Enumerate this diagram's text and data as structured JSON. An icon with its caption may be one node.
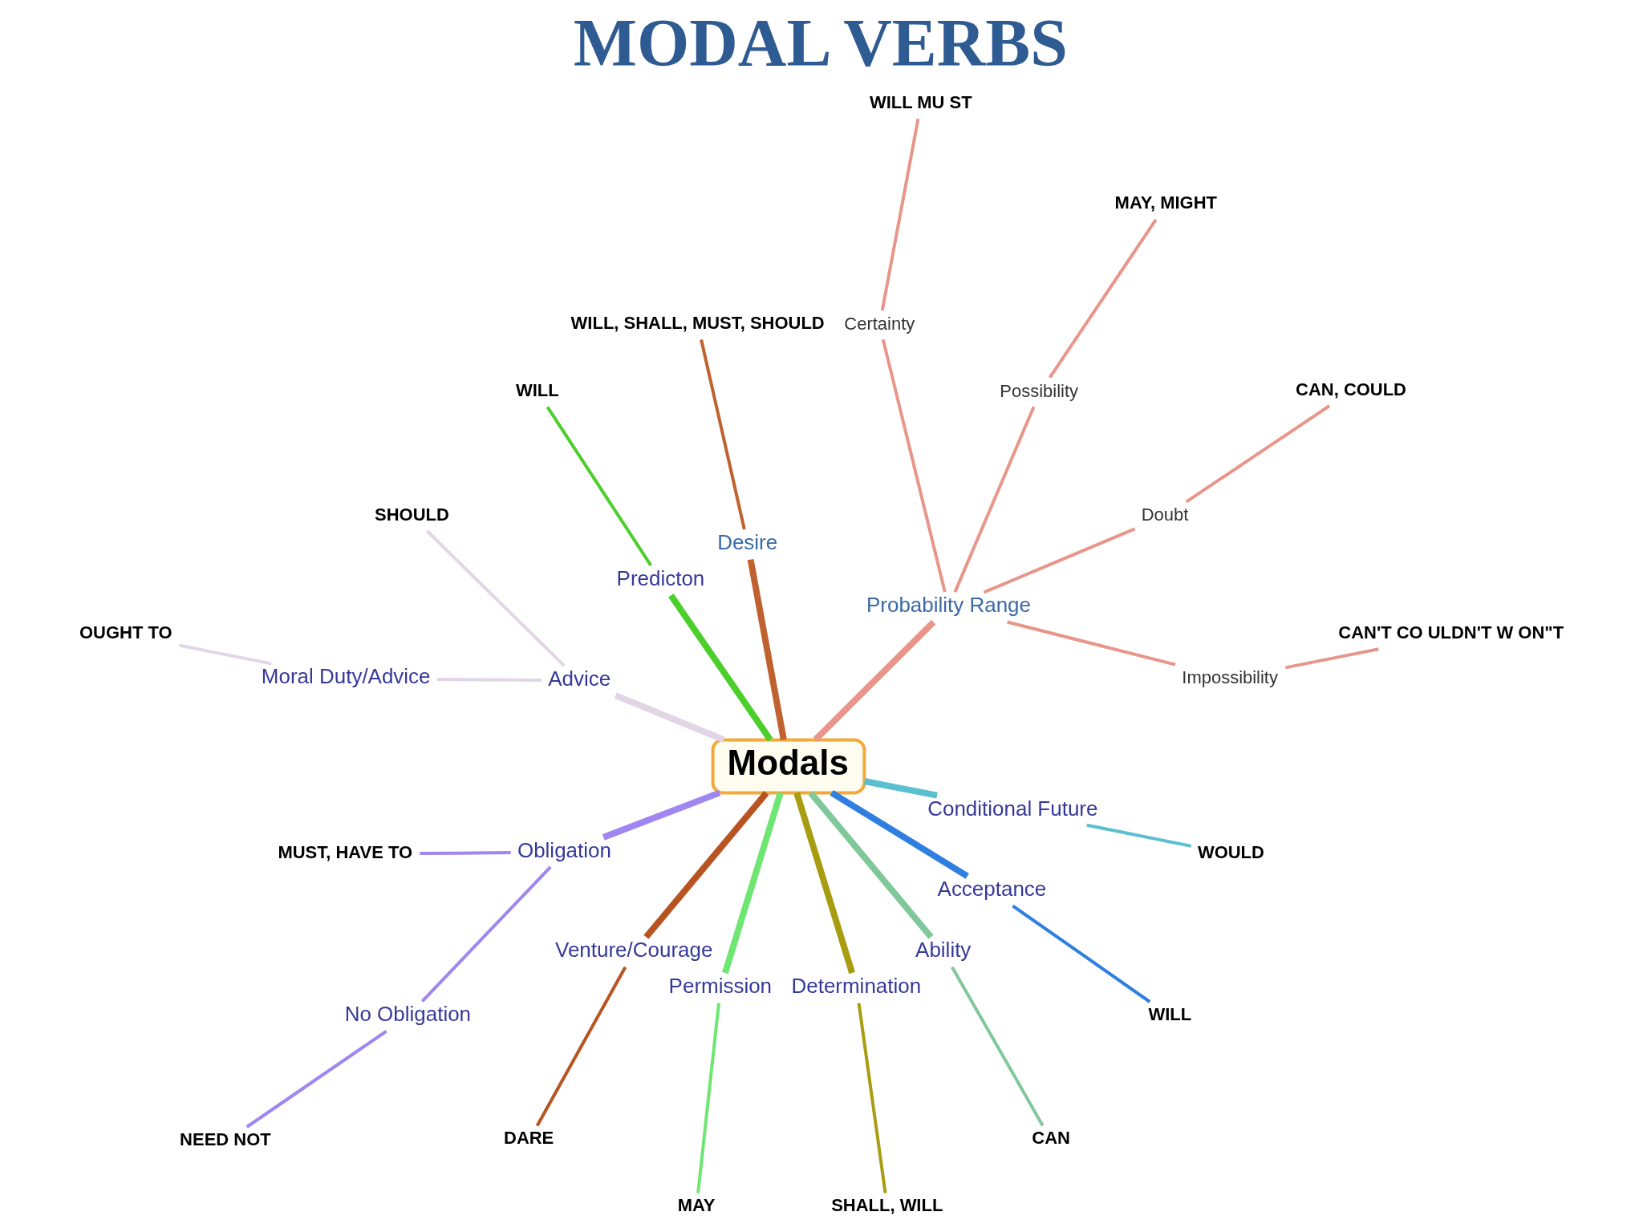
{
  "diagram": {
    "title": "MODAL VERBS",
    "nodes": [
      {
        "text": [
          "Modals"
        ]
      },
      {
        "text": [
          "Desire"
        ]
      },
      {
        "text": [
          "WILL, SHALL, MUST, SHOULD"
        ]
      },
      {
        "text": [
          "Predicton"
        ]
      },
      {
        "text": [
          "WILL"
        ]
      },
      {
        "text": [
          "Advice"
        ]
      },
      {
        "text": [
          "SHOULD"
        ]
      },
      {
        "text": [
          "Moral Duty/Advice"
        ]
      },
      {
        "text": [
          "OUGHT TO"
        ]
      },
      {
        "text": [
          "Obligation"
        ]
      },
      {
        "text": [
          "MUST, HAVE TO"
        ]
      },
      {
        "text": [
          "No Obligation"
        ]
      },
      {
        "text": [
          "NEED NOT"
        ]
      },
      {
        "text": [
          "Venture/Courage"
        ]
      },
      {
        "text": [
          "DARE"
        ]
      },
      {
        "text": [
          "Permission"
        ]
      },
      {
        "text": [
          "MAY"
        ]
      },
      {
        "text": [
          "Probability Range"
        ]
      },
      {
        "text": [
          "Certainty"
        ]
      },
      {
        "text": [
          "WILL MU ST"
        ]
      },
      {
        "text": [
          "Possibility"
        ]
      },
      {
        "text": [
          "MAY, MIGHT"
        ]
      },
      {
        "text": [
          "Doubt"
        ]
      },
      {
        "text": [
          "CAN, COULD"
        ]
      },
      {
        "text": [
          "Impossibility"
        ]
      },
      {
        "text": [
          "CAN'T CO ULDN'T W ON\"T"
        ]
      },
      {
        "text": [
          "Conditional Future"
        ]
      },
      {
        "text": [
          "WOULD"
        ]
      },
      {
        "text": [
          "Acceptance"
        ]
      },
      {
        "text": [
          "WILL"
        ]
      },
      {
        "text": [
          "Ability"
        ]
      },
      {
        "text": [
          "CAN"
        ]
      },
      {
        "text": [
          "Determination"
        ]
      },
      {
        "text": [
          "SHALL, WILL"
        ]
      }
    ],
    "edges": [
      {
        "from": 0,
        "to": 1,
        "arrow": "none",
        "style": "thick",
        "color": "#c0622f"
      },
      {
        "from": 1,
        "to": 2,
        "arrow": "none",
        "color": "#c0622f"
      },
      {
        "from": 0,
        "to": 3,
        "arrow": "none",
        "style": "thick",
        "color": "#4ccf2a"
      },
      {
        "from": 3,
        "to": 4,
        "arrow": "none",
        "color": "#4ccf2a"
      },
      {
        "from": 0,
        "to": 5,
        "arrow": "none",
        "style": "thick",
        "color": "#e2d6e6"
      },
      {
        "from": 5,
        "to": 6,
        "arrow": "none",
        "color": "#e2d6e6"
      },
      {
        "from": 5,
        "to": 7,
        "arrow": "none",
        "color": "#e2d6e6"
      },
      {
        "from": 7,
        "to": 8,
        "arrow": "none",
        "color": "#e2d6e6"
      },
      {
        "from": 0,
        "to": 9,
        "arrow": "none",
        "style": "thick",
        "color": "#9f86f0"
      },
      {
        "from": 9,
        "to": 10,
        "arrow": "none",
        "color": "#9f86f0"
      },
      {
        "from": 9,
        "to": 11,
        "arrow": "none",
        "color": "#9f86f0"
      },
      {
        "from": 11,
        "to": 12,
        "arrow": "none",
        "color": "#9f86f0"
      },
      {
        "from": 0,
        "to": 13,
        "arrow": "none",
        "style": "thick",
        "color": "#b85422"
      },
      {
        "from": 13,
        "to": 14,
        "arrow": "none",
        "color": "#b85422"
      },
      {
        "from": 0,
        "to": 15,
        "arrow": "none",
        "style": "thick",
        "color": "#6fe672"
      },
      {
        "from": 15,
        "to": 16,
        "arrow": "none",
        "color": "#6fe672"
      },
      {
        "from": 0,
        "to": 17,
        "arrow": "none",
        "style": "thick",
        "color": "#e8968a"
      },
      {
        "from": 17,
        "to": 18,
        "arrow": "none",
        "color": "#e8968a"
      },
      {
        "from": 18,
        "to": 19,
        "arrow": "none",
        "color": "#e8968a"
      },
      {
        "from": 17,
        "to": 20,
        "arrow": "none",
        "color": "#e8968a"
      },
      {
        "from": 20,
        "to": 21,
        "arrow": "none",
        "color": "#e8968a"
      },
      {
        "from": 17,
        "to": 22,
        "arrow": "none",
        "color": "#e8968a"
      },
      {
        "from": 22,
        "to": 23,
        "arrow": "none",
        "color": "#e8968a"
      },
      {
        "from": 17,
        "to": 24,
        "arrow": "none",
        "color": "#e8968a"
      },
      {
        "from": 24,
        "to": 25,
        "arrow": "none",
        "color": "#e8968a"
      },
      {
        "from": 0,
        "to": 26,
        "arrow": "none",
        "style": "thick",
        "color": "#5bbfd0"
      },
      {
        "from": 26,
        "to": 27,
        "arrow": "none",
        "color": "#5bbfd0"
      },
      {
        "from": 0,
        "to": 28,
        "arrow": "none",
        "style": "thick",
        "color": "#2f7fe0"
      },
      {
        "from": 28,
        "to": 29,
        "arrow": "none",
        "color": "#2f7fe0"
      },
      {
        "from": 0,
        "to": 30,
        "arrow": "none",
        "style": "thick",
        "color": "#80c89a"
      },
      {
        "from": 30,
        "to": 31,
        "arrow": "none",
        "color": "#80c89a"
      },
      {
        "from": 0,
        "to": 32,
        "arrow": "none",
        "style": "thick",
        "color": "#a89c10"
      },
      {
        "from": 32,
        "to": 33,
        "arrow": "none",
        "color": "#a89c10"
      }
    ]
  }
}
